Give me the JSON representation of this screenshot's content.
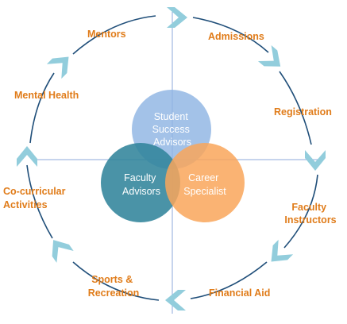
{
  "diagram": {
    "colors": {
      "stage_text": "#e07c1a",
      "ring": "#1f4e79",
      "chevron": "#92cddc",
      "axis": "#8eaadb",
      "student_circle": "#8fb4e3",
      "faculty_circle": "#31849b",
      "career_circle": "#f9a65a"
    },
    "cycle_stages": [
      {
        "id": "admissions",
        "lines": [
          "Admissions"
        ]
      },
      {
        "id": "registration",
        "lines": [
          "Registration"
        ]
      },
      {
        "id": "faculty-instructors",
        "lines": [
          "Faculty",
          "Instructors"
        ]
      },
      {
        "id": "financial-aid",
        "lines": [
          "Financial Aid"
        ]
      },
      {
        "id": "sports-recreation",
        "lines": [
          "Sports &",
          "Recreation"
        ]
      },
      {
        "id": "co-curricular-activities",
        "lines": [
          "Co-curricular",
          "Activities"
        ]
      },
      {
        "id": "mental-health",
        "lines": [
          "Mental Health"
        ]
      },
      {
        "id": "mentors",
        "lines": [
          "Mentors"
        ]
      }
    ],
    "center_circles": [
      {
        "id": "student-success-advisors",
        "lines": [
          "Student",
          "Success",
          "Advisors"
        ]
      },
      {
        "id": "faculty-advisors",
        "lines": [
          "Faculty",
          "Advisors"
        ]
      },
      {
        "id": "career-specialist",
        "lines": [
          "Career",
          "Specialist"
        ]
      }
    ]
  }
}
